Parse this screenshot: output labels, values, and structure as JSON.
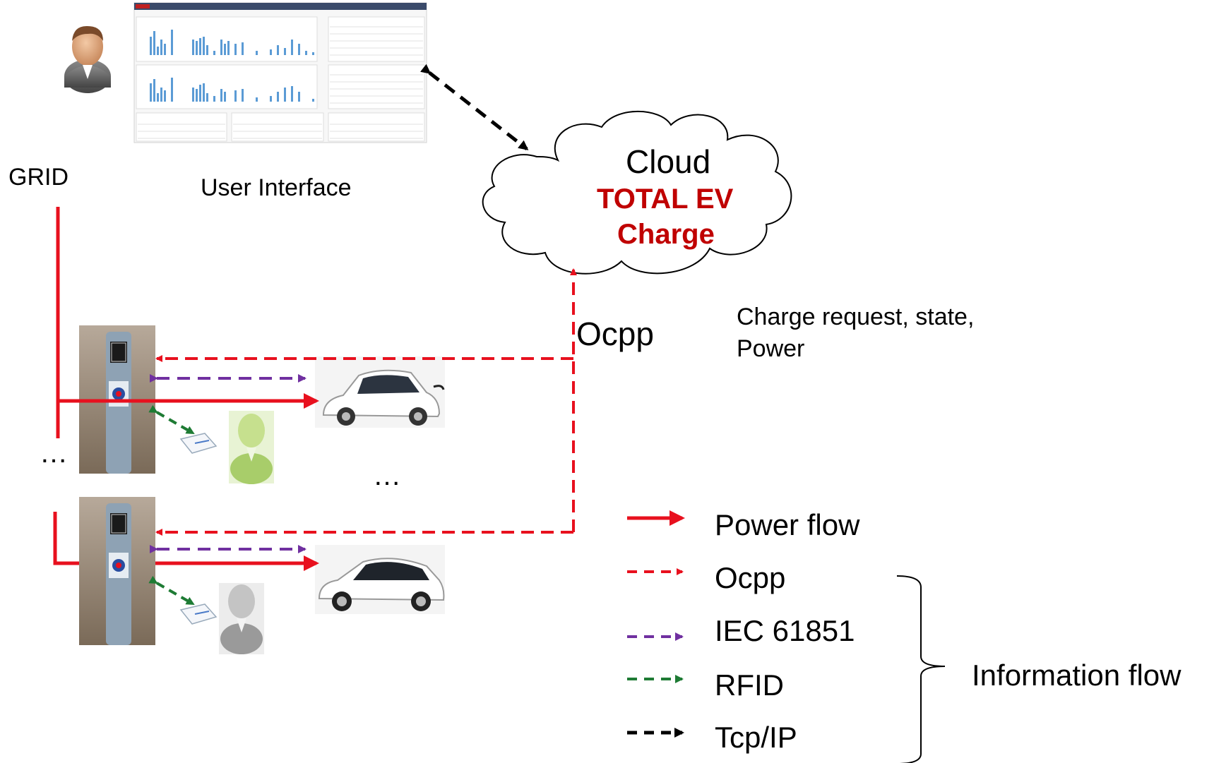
{
  "labels": {
    "grid": "GRID",
    "user_interface": "User Interface",
    "ocpp_channel": "Ocpp",
    "charge_request": "Charge request, state,",
    "power": "Power",
    "ellipsis_left": "…",
    "ellipsis_middle": "…"
  },
  "cloud": {
    "title": "Cloud",
    "brand_line1": "TOTAL EV",
    "brand_line2": "Charge",
    "brand_color": "#c00000"
  },
  "legend": {
    "items": [
      {
        "label": "Power flow",
        "color": "#e8101e",
        "style": "solid"
      },
      {
        "label": "Ocpp",
        "color": "#e8101e",
        "style": "dashed"
      },
      {
        "label": "IEC 61851",
        "color": "#7030a0",
        "style": "dashed"
      },
      {
        "label": "RFID",
        "color": "#1e7b34",
        "style": "dashed"
      },
      {
        "label": "Tcp/IP",
        "color": "#000000",
        "style": "dashed"
      }
    ],
    "group_label": "Information flow"
  },
  "icons": {
    "admin_user": "user-icon",
    "customer_1": "user-icon",
    "customer_2": "user-icon",
    "station_1": "charging-station-icon",
    "station_2": "charging-station-icon",
    "car_1": "electric-car-icon",
    "car_2": "electric-car-icon",
    "rfid_card_1": "rfid-card-icon",
    "rfid_card_2": "rfid-card-icon"
  }
}
